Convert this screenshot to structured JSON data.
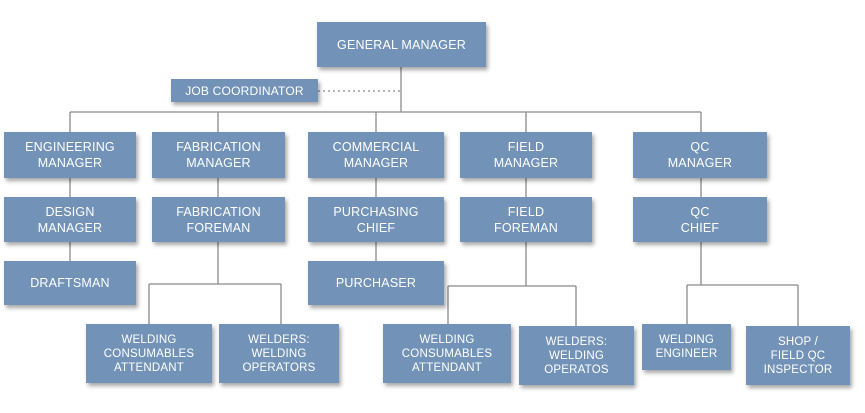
{
  "org": {
    "general_manager": [
      "GENERAL MANAGER"
    ],
    "job_coordinator": [
      "JOB COORDINATOR"
    ],
    "engineering": {
      "manager": [
        "ENGINEERING",
        "MANAGER"
      ],
      "design_manager": [
        "DESIGN",
        "MANAGER"
      ],
      "draftsman": [
        "DRAFTSMAN"
      ]
    },
    "fabrication": {
      "manager": [
        "FABRICATION",
        "MANAGER"
      ],
      "foreman": [
        "FABRICATION",
        "FOREMAN"
      ],
      "consumables": [
        "WELDING",
        "CONSUMABLES",
        "ATTENDANT"
      ],
      "welders": [
        "WELDERS:",
        "WELDING",
        "OPERATORS"
      ]
    },
    "commercial": {
      "manager": [
        "COMMERCIAL",
        "MANAGER"
      ],
      "purchasing_chief": [
        "PURCHASING",
        "CHIEF"
      ],
      "purchaser": [
        "PURCHASER"
      ]
    },
    "field": {
      "manager": [
        "FIELD",
        "MANAGER"
      ],
      "foreman": [
        "FIELD",
        "FOREMAN"
      ],
      "consumables": [
        "WELDING",
        "CONSUMABLES",
        "ATTENDANT"
      ],
      "welders": [
        "WELDERS:",
        "WELDING",
        "OPERATOS"
      ]
    },
    "qc": {
      "manager": [
        "QC",
        "MANAGER"
      ],
      "chief": [
        "QC",
        "CHIEF"
      ],
      "welding_engineer": [
        "WELDING",
        "ENGINEER"
      ],
      "inspector": [
        "SHOP /",
        "FIELD QC",
        "INSPECTOR"
      ]
    }
  },
  "colors": {
    "box": "#7293b7",
    "line": "#8a8a8a",
    "text": "#ffffff"
  }
}
